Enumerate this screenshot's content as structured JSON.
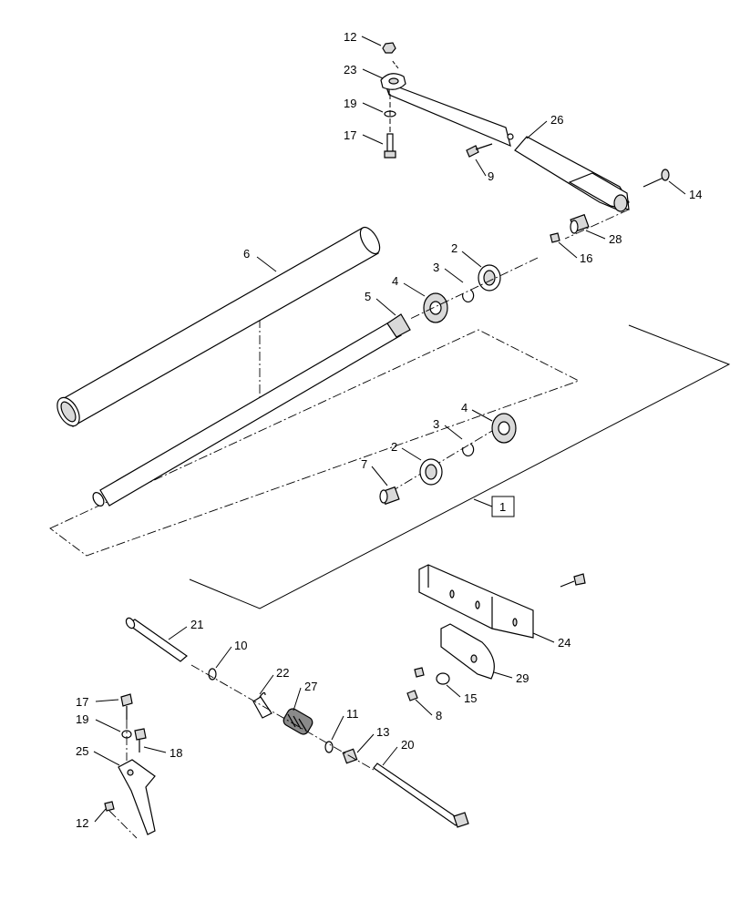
{
  "callouts": {
    "c12_top": "12",
    "c23": "23",
    "c19_top": "19",
    "c17_top": "17",
    "c26": "26",
    "c9": "9",
    "c14": "14",
    "c28": "28",
    "c16": "16",
    "c6": "6",
    "c2_top": "2",
    "c3_top": "3",
    "c4_top": "4",
    "c5": "5",
    "c4_mid": "4",
    "c3_mid": "3",
    "c2_mid": "2",
    "c7": "7",
    "c1": "1",
    "c21": "21",
    "c10": "10",
    "c22": "22",
    "c27": "27",
    "c17_low": "17",
    "c19_low": "19",
    "c18": "18",
    "c25": "25",
    "c12_low": "12",
    "c11": "11",
    "c13": "13",
    "c20": "20",
    "c24": "24",
    "c29": "29",
    "c15": "15",
    "c8": "8"
  }
}
